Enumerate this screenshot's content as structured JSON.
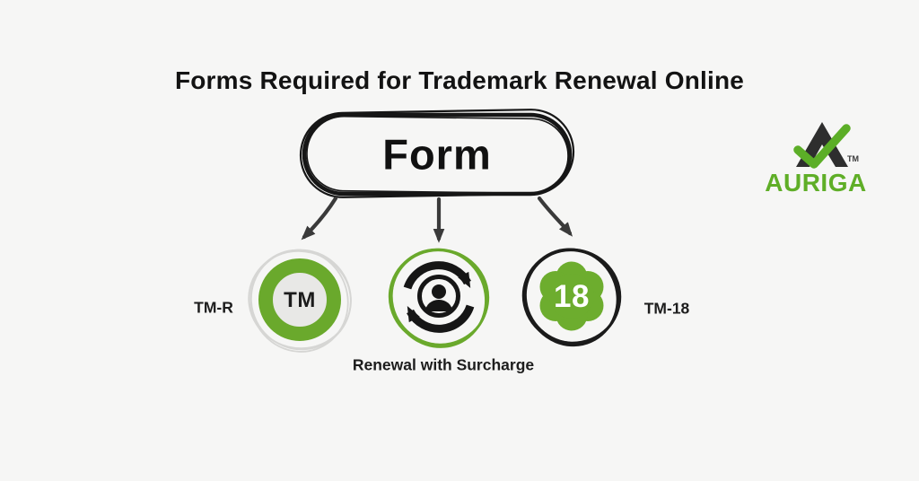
{
  "title": "Forms Required for Trademark Renewal Online",
  "root_node": {
    "label": "Form"
  },
  "branches": [
    {
      "label": "TM-R",
      "icon": "tm-ring-icon",
      "icon_text": "TM"
    },
    {
      "label": "Renewal with Surcharge",
      "icon": "renewal-cycle-icon",
      "icon_text": ""
    },
    {
      "label": "TM-18",
      "icon": "flower-18-icon",
      "icon_text": "18"
    }
  ],
  "logo": {
    "brand": "AURIGA",
    "trademark": "TM"
  },
  "colors": {
    "background": "#f6f6f5",
    "green": "#6aa92c",
    "flower_green": "#6dad2e",
    "logo_green": "#5cae27",
    "dark": "#161616",
    "arrow": "#3a3a3a",
    "sketch_gray": "#d6d6d4",
    "inner_gray": "#e8e8e6"
  }
}
